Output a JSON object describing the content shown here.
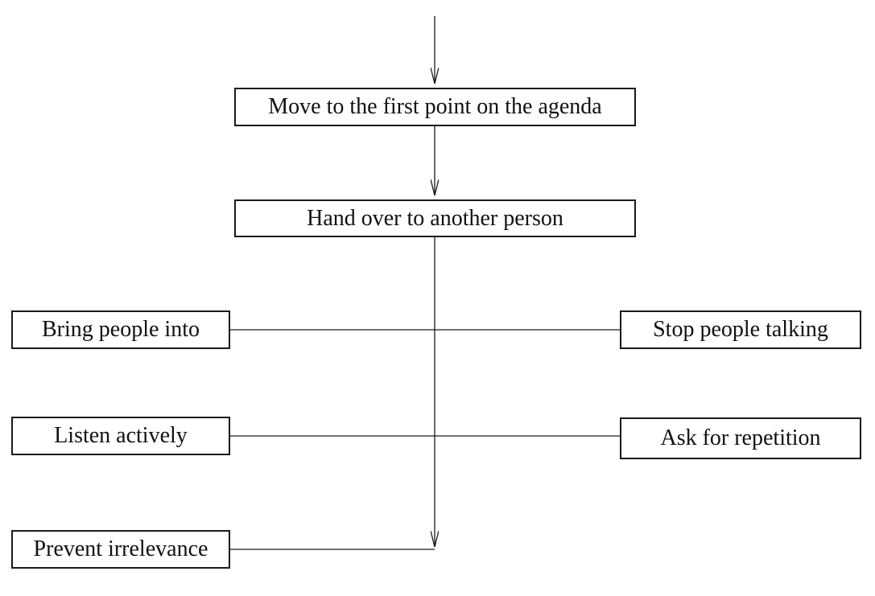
{
  "flowchart": {
    "steps": {
      "first_point": "Move to the first point on the agenda",
      "hand_over": "Hand over to another person"
    },
    "left_branches": [
      "Bring people into",
      "Listen actively",
      "Prevent irrelevance"
    ],
    "right_branches": [
      "Stop people talking",
      "Ask for repetition"
    ]
  },
  "colors": {
    "line": "#1a1a1a",
    "box_border": "#1a1a1a",
    "background": "#ffffff"
  }
}
